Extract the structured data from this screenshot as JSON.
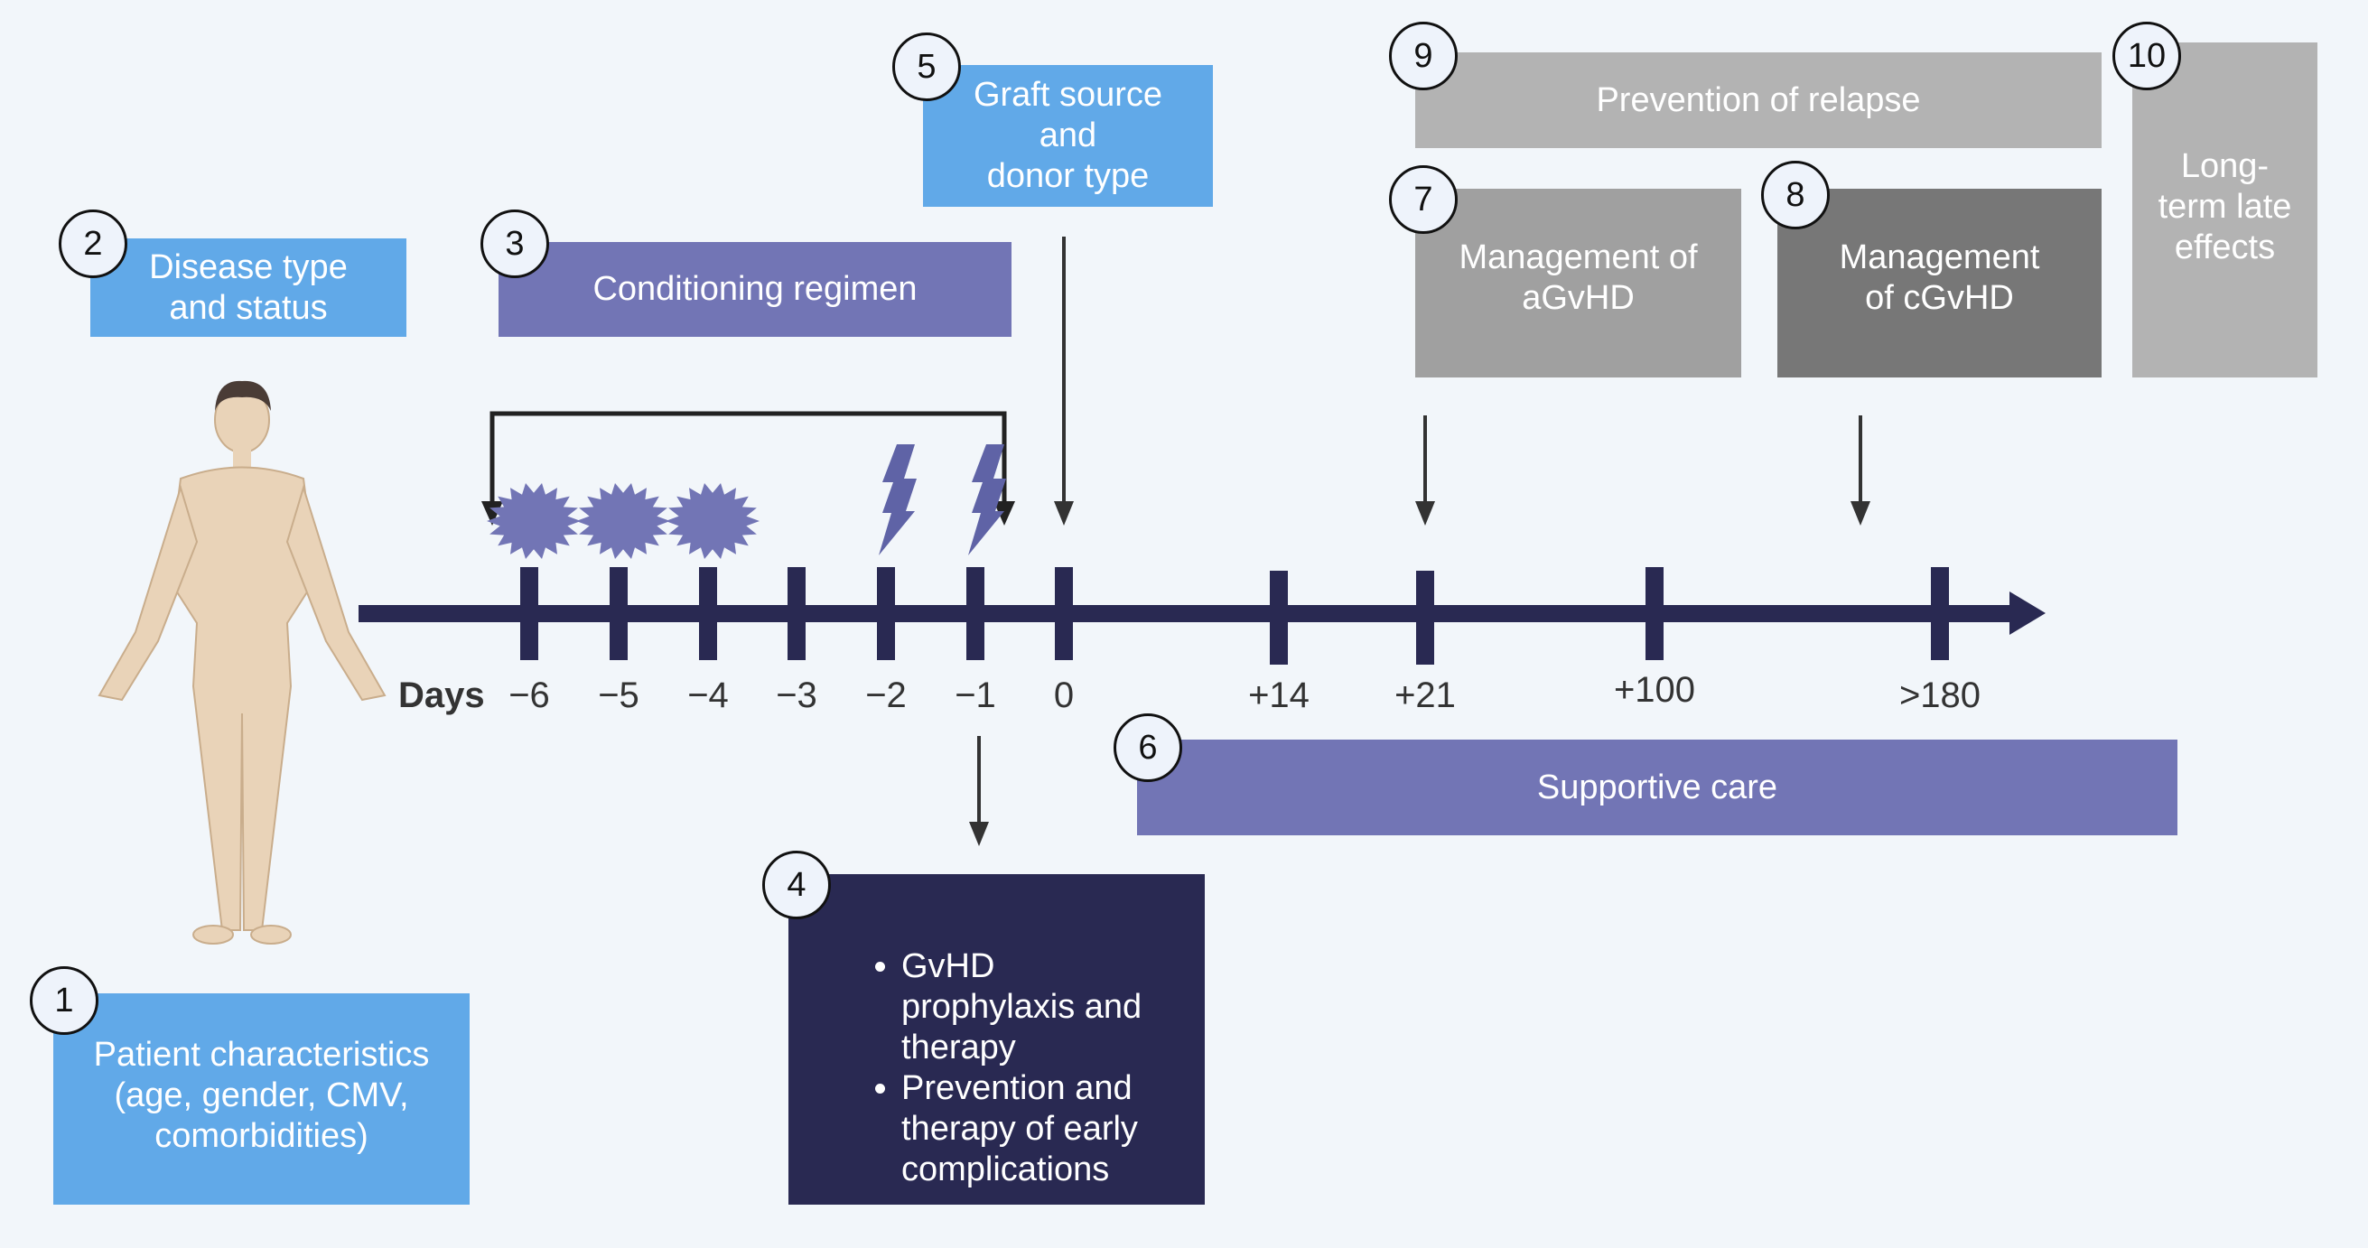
{
  "figure": {
    "title": "Allogeneic HSCT timeline and factors",
    "colors": {
      "background": "#f2f6fa",
      "patient_related_blue": "#61a9e8",
      "procedure_purple": "#7275b5",
      "early_phase_navy": "#292952",
      "late_grey_light": "#b3b3b3",
      "late_grey_mid": "#a0a0a0",
      "late_grey_dark": "#777777",
      "timeline": "#292952",
      "arrow": "#333333"
    }
  },
  "timeline": {
    "axis_label": "Days",
    "ticks": [
      "−6",
      "−5",
      "−4",
      "−3",
      "−2",
      "−1",
      "0",
      "+14",
      "+21",
      "+100",
      ">180"
    ],
    "chemotherapy_days": [
      "−6",
      "−5",
      "−4"
    ],
    "irradiation_days": [
      "−2",
      "−1"
    ],
    "icons": {
      "chemotherapy": "starburst-icon",
      "irradiation": "lightning-bolt-icon",
      "patient": "human-figure-icon"
    }
  },
  "boxes": [
    {
      "number": "1",
      "label": "Patient characteristics\n(age, gender, CMV,\ncomorbidities)"
    },
    {
      "number": "2",
      "label": "Disease type\nand status"
    },
    {
      "number": "3",
      "label": "Conditioning regimen"
    },
    {
      "number": "4",
      "items": [
        "GvHD prophylaxis and therapy",
        "Prevention and therapy of early complications"
      ]
    },
    {
      "number": "5",
      "label": "Graft source\nand\ndonor type"
    },
    {
      "number": "6",
      "label": "Supportive care"
    },
    {
      "number": "7",
      "label": "Management of\naGvHD"
    },
    {
      "number": "8",
      "label": "Management\nof cGvHD"
    },
    {
      "number": "9",
      "label": "Prevention of relapse"
    },
    {
      "number": "10",
      "label": "Long-\nterm late\neffects"
    }
  ]
}
